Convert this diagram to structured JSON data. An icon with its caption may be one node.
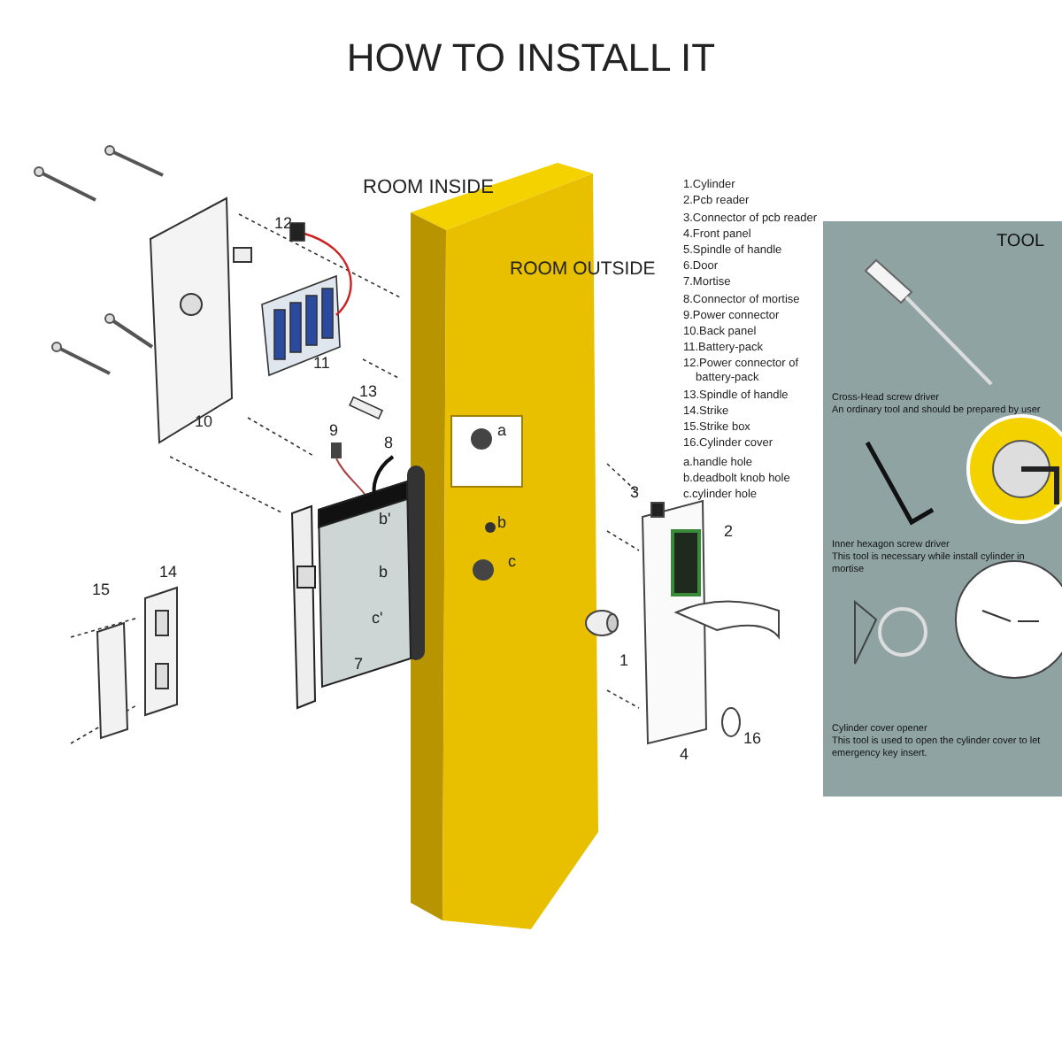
{
  "diagram": {
    "title": "HOW TO INSTALL IT",
    "nodes": [
      {
        "text": [
          "TOOL",
          "Cross-Head screw driver",
          "An ordinary tool and should be prepared by user",
          "Inner hexagon screw driver",
          "This tool is necessary while install cylinder in mortise",
          "Cylinder cover opener",
          "This tool is used to open the cylinder cover to let emergency key insert."
        ]
      }
    ],
    "labels": [
      "ROOM INSIDE",
      "ROOM OUTSIDE",
      "1.Cylinder",
      "2.Pcb reader",
      "3.Connector of pcb reader",
      "4.Front panel",
      "5.Spindle of handle",
      "6.Door",
      "7.Mortise",
      "8.Connector of mortise",
      "9.Power connector",
      "10.Back panel",
      "11.Battery-pack",
      "12.Power connector of battery-pack",
      "13.Spindle of handle",
      "14.Strike",
      "15.Strike box",
      "16.Cylinder cover",
      "a.handle hole",
      "b.deadbolt knob hole",
      "c.cylinder hole",
      "12",
      "11",
      "13",
      "10",
      "9",
      "8",
      "a",
      "3",
      "2",
      "b'",
      "b",
      "c",
      "b",
      "14",
      "15",
      "c'",
      "1",
      "7",
      "4",
      "16"
    ]
  }
}
